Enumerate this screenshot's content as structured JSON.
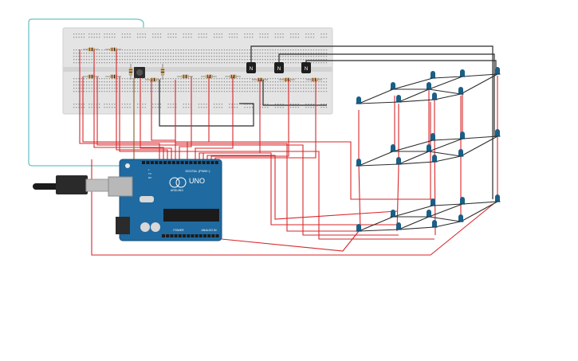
{
  "arduino": {
    "model_label": "UNO",
    "brand_label": "ARDUINO",
    "digital_label": "DIGITAL (PWM~)",
    "power_label": "POWER",
    "analog_label": "ANALOG IN",
    "tx_label": "TX",
    "rx_label": "RX",
    "l_label": "L"
  },
  "transistors": [
    {
      "label": "N"
    },
    {
      "label": "N"
    },
    {
      "label": "N"
    }
  ],
  "colors": {
    "wire_red": "#d9262a",
    "wire_black": "#2b2b2b",
    "wire_teal": "#6cc3c8",
    "wire_brown": "#8b5a2b",
    "breadboard": "#e4e4e4",
    "board_blue": "#1f6aa0",
    "led_blue": "#1b5f86",
    "resistor": "#c9a770"
  },
  "icons": {
    "usb_cable": "usb-cable-icon",
    "button": "pushbutton-icon",
    "led": "led-icon",
    "transistor": "transistor-icon"
  }
}
